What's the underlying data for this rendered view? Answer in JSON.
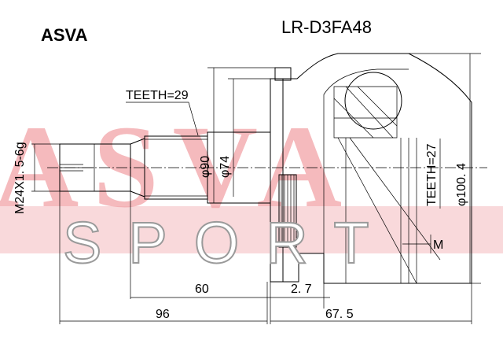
{
  "brand": "ASVA",
  "part_number": "LR-D3FA48",
  "watermark": {
    "top": "ASVA",
    "bottom": "SPORT"
  },
  "labels": {
    "teeth_left": "TEETH=29",
    "thread": "M24X1. 5-6g",
    "dia_90": "φ90",
    "dia_74": "φ74",
    "teeth_right": "TEETH=27",
    "dia_100": "φ100. 4",
    "m": "M",
    "len_60": "60",
    "len_2_7": "2. 7",
    "len_96": "96",
    "len_67_5": "67. 5"
  },
  "colors": {
    "watermark_fill": "#f2a3a8",
    "band": "#f6c9cc",
    "line": "#000000"
  }
}
